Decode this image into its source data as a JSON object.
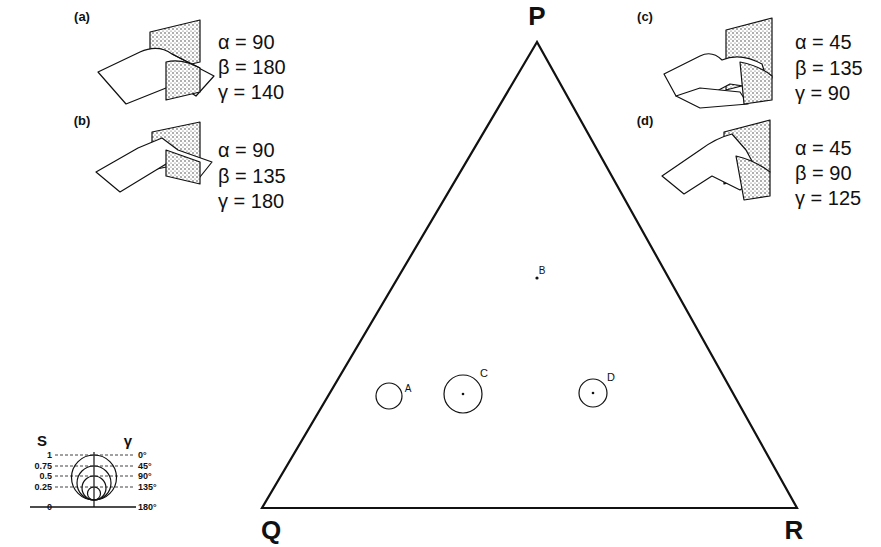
{
  "diagram": {
    "labels": [
      "(a)",
      "α = 90",
      "β = 180",
      "γ = 140",
      "(b)",
      "α = 90",
      "β = 135",
      "γ = 180",
      "(c)",
      "α = 45",
      "β = 135",
      "γ = 90",
      "(d)",
      "α = 45",
      "β = 90",
      "γ = 125",
      "P",
      "Q",
      "R",
      "A",
      "B",
      "C",
      "D",
      "S",
      "γ",
      "1",
      "0.75",
      "0.5",
      "0.25",
      "0",
      "0°",
      "45°",
      "90°",
      "135°",
      "180°"
    ]
  }
}
